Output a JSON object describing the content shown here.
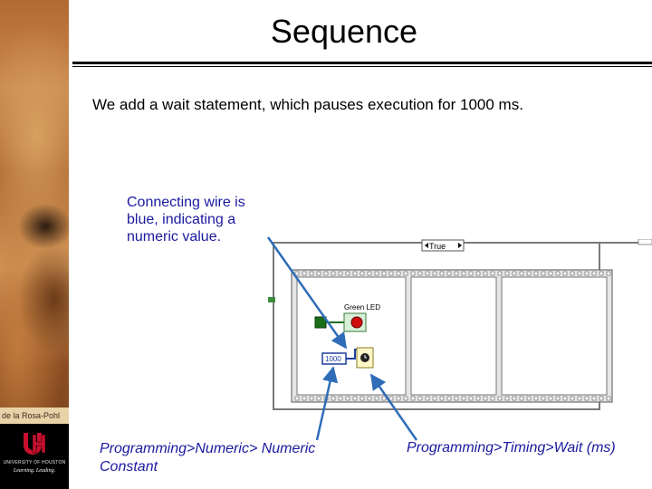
{
  "slide": {
    "title": "Sequence",
    "subtitle": "We add a wait statement, which pauses execution for 1000 ms.",
    "callout": "Connecting wire is blue, indicating a numeric value.",
    "label_left": "Programming>Numeric> Numeric Constant",
    "label_right": "Programming>Timing>Wait (ms)",
    "credit": "de la Rosa-Pohl"
  },
  "logo": {
    "line1": "UNIVERSITY OF HOUSTON",
    "line2": "Learning. Leading."
  },
  "diagram": {
    "case_selector": "True",
    "led_label": "Green LED",
    "constant_value": "1000",
    "colors": {
      "wire": "#1f3f9f",
      "frame": "#7a7a7a",
      "led": "#d01010",
      "boolean_node": "#1a6e1a",
      "wait_node": "#fff7c8"
    }
  },
  "colors": {
    "arrow": "#2f6db8",
    "annotation_text": "#1a1aa0"
  }
}
